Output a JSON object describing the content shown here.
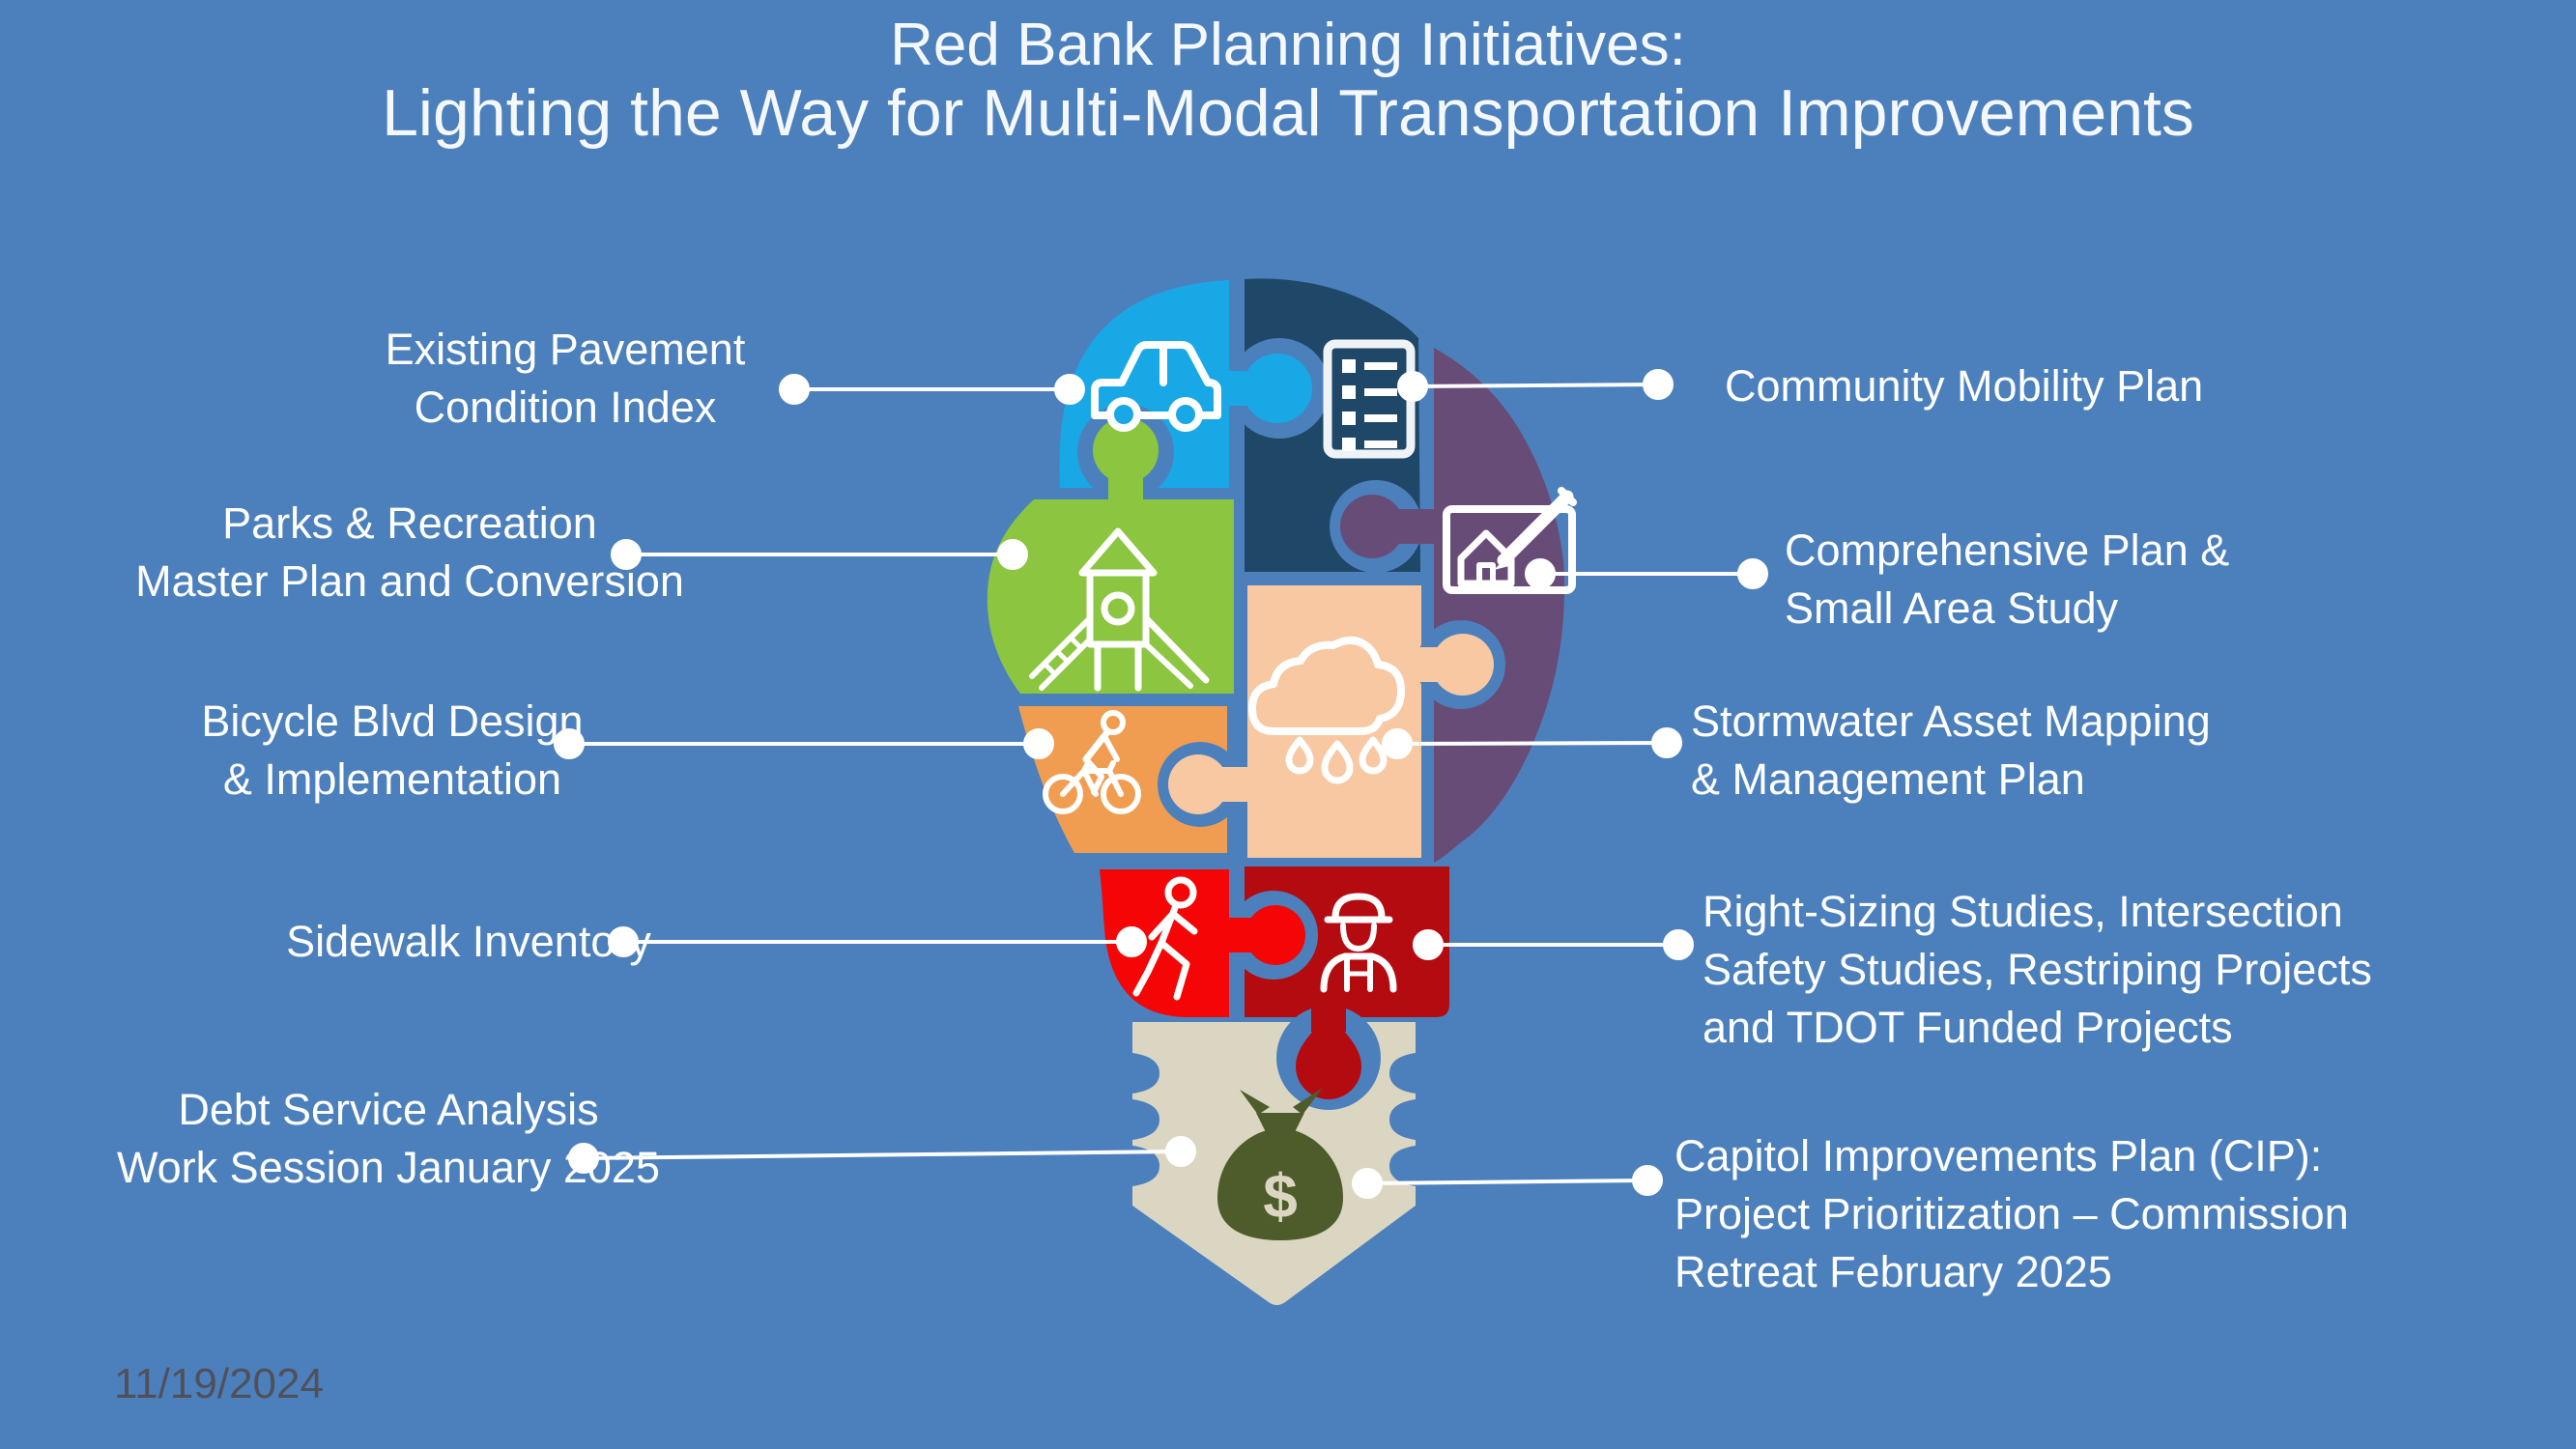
{
  "slide": {
    "title_line1": "Red Bank Planning Initiatives:",
    "title_line2": "Lighting the Way for Multi-Modal Transportation Improvements",
    "date": "11/19/2024"
  },
  "labels": {
    "left": [
      {
        "id": "existing-pavement",
        "lines": [
          "Existing Pavement",
          "Condition Index"
        ]
      },
      {
        "id": "parks-recreation",
        "lines": [
          "Parks & Recreation",
          "Master Plan and Conversion"
        ]
      },
      {
        "id": "bicycle-blvd",
        "lines": [
          "Bicycle Blvd Design",
          "& Implementation"
        ]
      },
      {
        "id": "sidewalk-inventory",
        "lines": [
          "Sidewalk Inventory"
        ]
      },
      {
        "id": "debt-service",
        "lines": [
          "Debt Service Analysis",
          "Work Session January 2025"
        ]
      }
    ],
    "right": [
      {
        "id": "community-mobility",
        "lines": [
          "Community Mobility Plan"
        ]
      },
      {
        "id": "comprehensive-plan",
        "lines": [
          "Comprehensive Plan &",
          "Small Area Study"
        ]
      },
      {
        "id": "stormwater",
        "lines": [
          "Stormwater Asset Mapping",
          "& Management Plan"
        ]
      },
      {
        "id": "right-sizing",
        "lines": [
          "Right-Sizing Studies, Intersection",
          "Safety Studies, Restriping Projects",
          "and TDOT Funded Projects"
        ]
      },
      {
        "id": "cip",
        "lines": [
          "Capitol Improvements Plan (CIP):",
          "Project Prioritization – Commission",
          "Retreat February 2025"
        ]
      }
    ]
  },
  "bulb": {
    "money_symbol": "$",
    "piece_icons": [
      "car-icon",
      "checklist-icon",
      "blueprint-house-icon",
      "playground-icon",
      "rain-cloud-icon",
      "cyclist-icon",
      "pedestrian-icon",
      "construction-worker-icon",
      "money-bag-icon"
    ]
  },
  "colors": {
    "background": "#4C80BC",
    "title_text": "#F5F8FB",
    "label_text": "#FFFFFF",
    "date_text": "#50505A",
    "piece_light_blue": "#18A8E6",
    "piece_navy": "#1F4768",
    "piece_purple": "#684C78",
    "piece_green": "#8CC540",
    "piece_peach": "#F7C8A2",
    "piece_orange": "#F09D52",
    "piece_bright_red": "#F50505",
    "piece_dark_red": "#B40B10",
    "base_beige": "#DBD6C1",
    "money_bag_olive": "#4E5C2B",
    "icon_stroke": "#FFFFFF",
    "leader_line": "#FFFFFF"
  }
}
